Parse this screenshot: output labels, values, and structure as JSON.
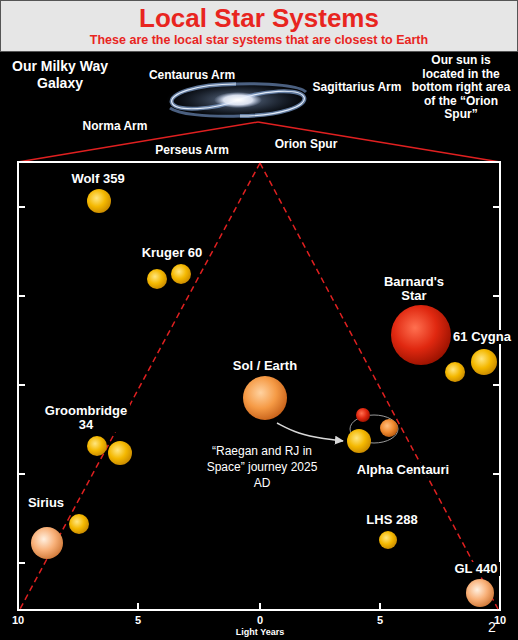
{
  "diagram": {
    "title": "Local Star Systems",
    "nodes": [
      {
        "text": [
          "Wolf 359"
        ]
      },
      {
        "text": [
          "Kruger 60"
        ]
      },
      {
        "text": [
          "Barnard's Star"
        ]
      },
      {
        "text": [
          "61 Cygna"
        ]
      },
      {
        "text": [
          "Sol / Earth"
        ]
      },
      {
        "text": [
          "Groombridge 34"
        ]
      },
      {
        "text": [
          "Alpha Centauri"
        ]
      },
      {
        "text": [
          "Sirius"
        ]
      },
      {
        "text": [
          "LHS 288"
        ]
      },
      {
        "text": [
          "GL 440"
        ]
      }
    ],
    "edges": [
      {
        "from": 4,
        "to": 6,
        "label": "“Raegan and RJ in Space” journey 2025 AD",
        "arrow": "to"
      }
    ],
    "labels": [
      "These are the local star systems that are closest to Earth",
      "Our Milky Way Galaxy",
      "Centaurus Arm",
      "Sagittarius Arm",
      "Our sun is located in the bottom right area of the “Orion Spur”",
      "Norma Arm",
      "Perseus Arm",
      "Orion Spur",
      "10",
      "5",
      "0",
      "5",
      "10",
      "Light Years",
      "2"
    ]
  }
}
